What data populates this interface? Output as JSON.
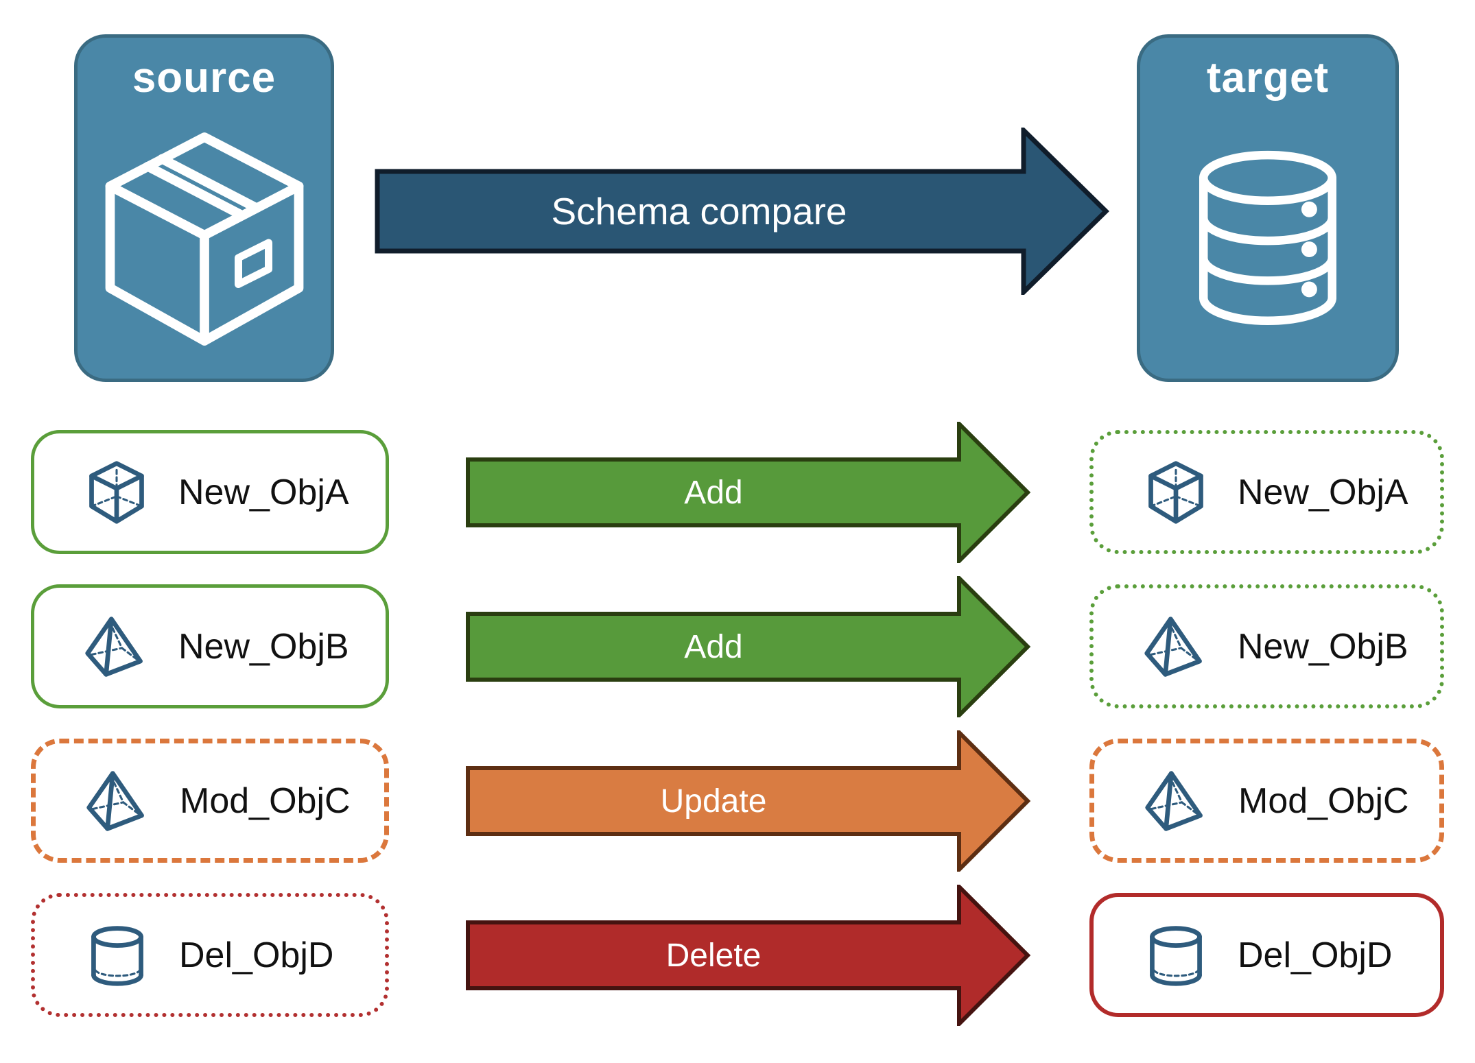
{
  "diagram_title": "Schema compare source to target",
  "source_node": {
    "label": "source",
    "icon": "package-box-icon"
  },
  "target_node": {
    "label": "target",
    "icon": "database-icon"
  },
  "compare_arrow": {
    "label": "Schema compare"
  },
  "rows": [
    {
      "object": "New_ObjA",
      "icon": "cube-icon",
      "action": "Add",
      "source_box_border": "solid-green",
      "target_box_border": "dotted-green"
    },
    {
      "object": "New_ObjB",
      "icon": "pyramid-icon",
      "action": "Add",
      "source_box_border": "solid-green",
      "target_box_border": "dotted-green"
    },
    {
      "object": "Mod_ObjC",
      "icon": "pyramid-icon",
      "action": "Update",
      "source_box_border": "dashed-orange",
      "target_box_border": "dashed-orange"
    },
    {
      "object": "Del_ObjD",
      "icon": "cylinder-icon",
      "action": "Delete",
      "source_box_border": "dotted-red",
      "target_box_border": "solid-red"
    }
  ],
  "colors": {
    "node_fill": "#4A87A7",
    "node_border": "#3A6B82",
    "compare_arrow_fill": "#2A5674",
    "compare_arrow_outline": "#101D2B",
    "add_arrow_fill": "#579A3B",
    "add_arrow_outline": "#2A3E10",
    "update_arrow_fill": "#D97C42",
    "update_arrow_outline": "#5D2E12",
    "delete_arrow_fill": "#B02B2A",
    "delete_arrow_outline": "#451310",
    "green_border": "#5A9E3A",
    "orange_border": "#DB773C",
    "red_border": "#B22B2A",
    "shape_icon_stroke": "#2E5B7D",
    "node_title_text": "#FFFFFF",
    "arrow_label_text": "#FFFFFF",
    "object_label_text": "#111111"
  }
}
